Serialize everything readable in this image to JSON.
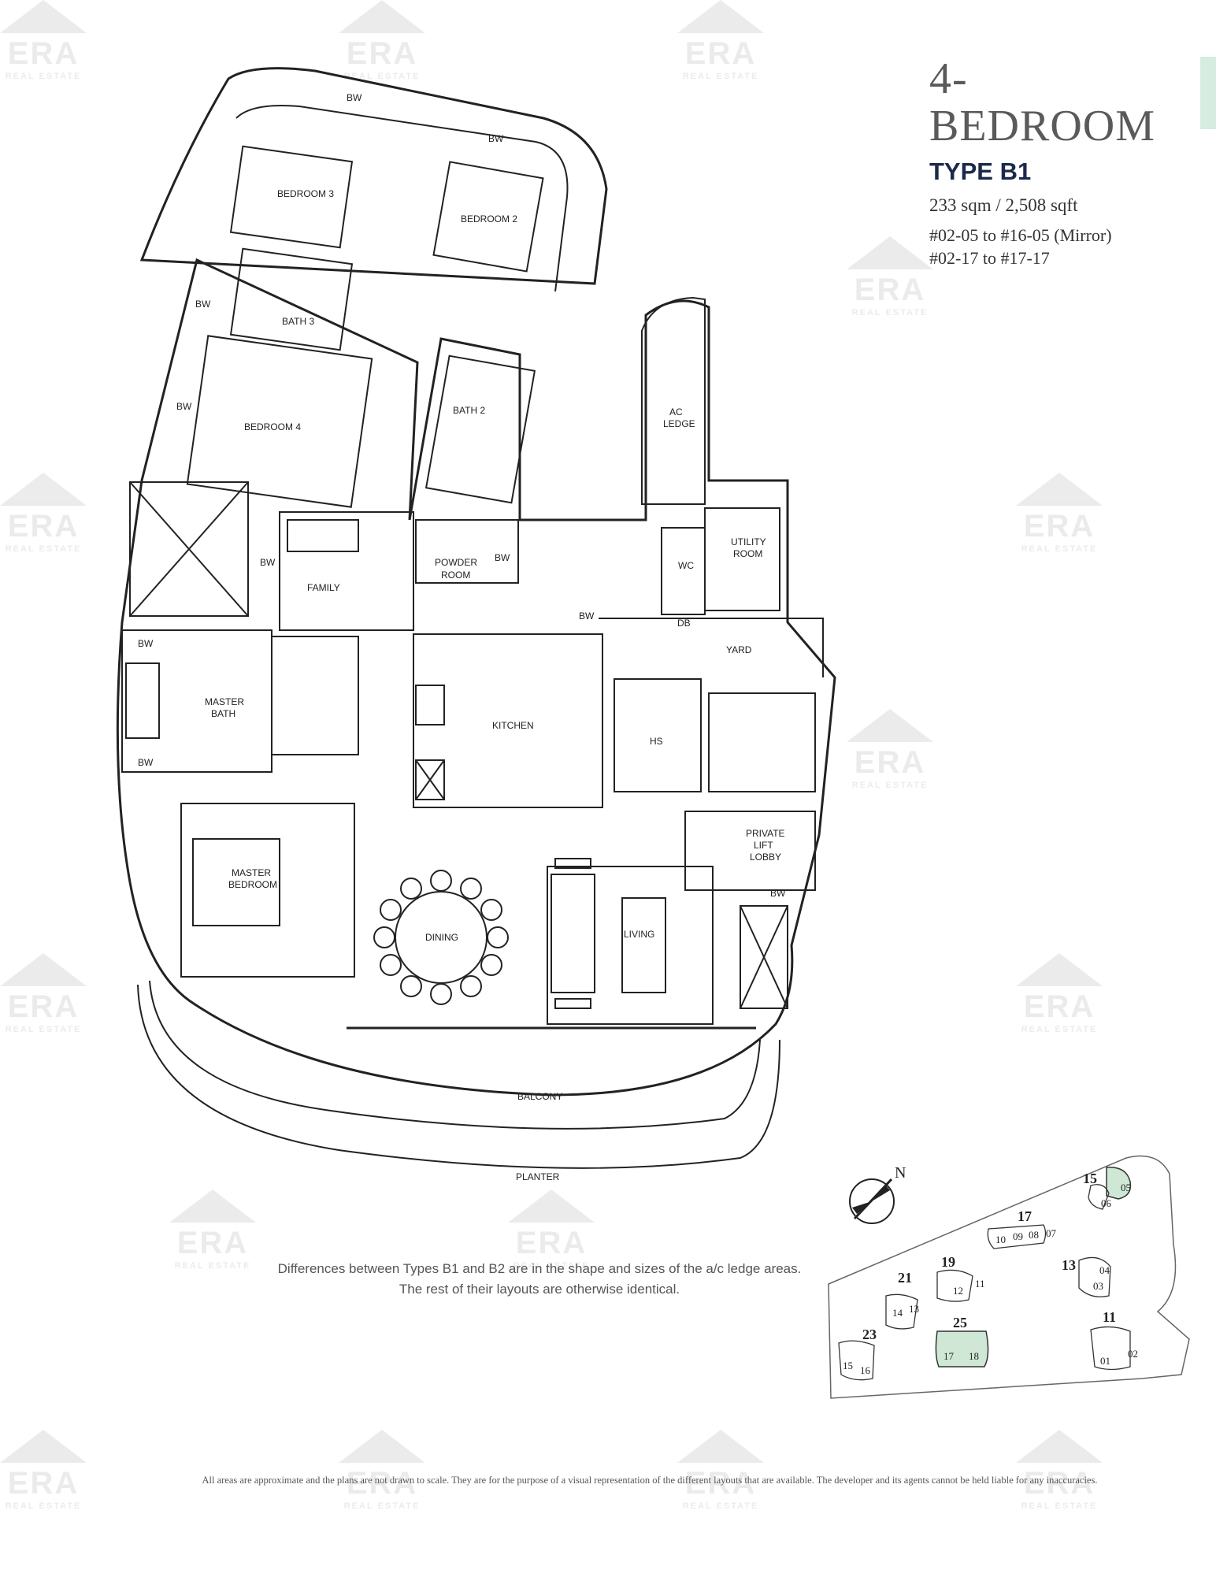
{
  "header": {
    "title": "4-BEDROOM",
    "type": "TYPE B1",
    "area": "233 sqm / 2,508 sqft",
    "units": [
      "#02-05 to #16-05 (Mirror)",
      "#02-17 to #17-17"
    ]
  },
  "watermark": {
    "brand": "ERA",
    "tagline": "REAL ESTATE"
  },
  "rooms": {
    "bw": "BW",
    "bedroom3": "BEDROOM 3",
    "bedroom2": "BEDROOM 2",
    "bath3": "BATH 3",
    "bedroom4": "BEDROOM 4",
    "bath2": "BATH 2",
    "ac_ledge_1": "AC",
    "ac_ledge_2": "LEDGE",
    "family": "FAMILY",
    "powder_1": "POWDER",
    "powder_2": "ROOM",
    "wc": "WC",
    "utility_1": "UTILITY",
    "utility_2": "ROOM",
    "db": "DB",
    "yard": "YARD",
    "master_bath_1": "MASTER",
    "master_bath_2": "BATH",
    "kitchen": "KITCHEN",
    "hs": "HS",
    "lift_1": "PRIVATE",
    "lift_2": "LIFT",
    "lift_3": "LOBBY",
    "master_bed_1": "MASTER",
    "master_bed_2": "BEDROOM",
    "dining": "DINING",
    "living": "LIVING",
    "balcony": "BALCONY",
    "planter": "PLANTER"
  },
  "compass": {
    "north": "N"
  },
  "key_plan": {
    "blocks": [
      "15",
      "17",
      "13",
      "19",
      "21",
      "11",
      "25",
      "23"
    ],
    "units": [
      "05",
      "06",
      "10",
      "09",
      "08",
      "07",
      "04",
      "03",
      "12",
      "11",
      "14",
      "13",
      "02",
      "01",
      "15",
      "16",
      "17",
      "18"
    ],
    "highlight_color": "#cfe8d6"
  },
  "note": [
    "Differences between Types B1 and B2 are in the shape and sizes of the a/c ledge areas.",
    "The rest of their layouts are otherwise identical."
  ],
  "disclaimer": "All areas are approximate and the plans are not drawn to scale. They are for the purpose of a visual representation of the different layouts that are available. The developer and its agents cannot be held liable for any inaccuracies.",
  "colors": {
    "title": "#5a5a5a",
    "type": "#1b2a4a",
    "accent": "#d6ece0"
  }
}
